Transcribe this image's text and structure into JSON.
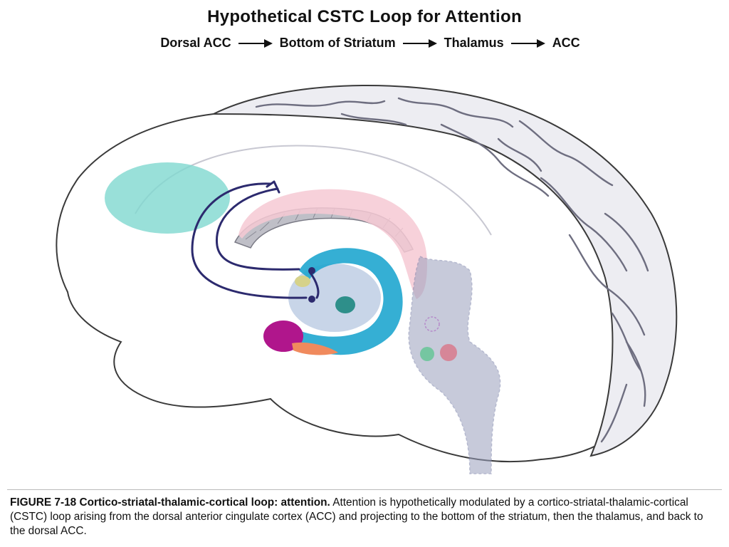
{
  "title": "Hypothetical CSTC Loop for Attention",
  "pathway": [
    "Dorsal ACC",
    "Bottom of Striatum",
    "Thalamus",
    "ACC"
  ],
  "caption": {
    "label": "FIGURE 7-18 Cortico-striatal-thalamic-cortical loop: attention.",
    "text": " Attention is hypothetically modulated by a cortico-striatal-thalamic-cortical (CSTC) loop arising from the dorsal anterior cingulate cortex (ACC) and projecting to the bottom of the striatum, then the thalamus, and back to the dorsal ACC."
  },
  "colors": {
    "prefrontal_region": "#7fd8cf",
    "striatum": "#1fa6cf",
    "cingulate": "#f6c9d3",
    "loop_arrows": "#2c2a6e",
    "amygdala": "#b0168c",
    "hippocampus_tail": "#f08a5d",
    "brainstem": "#9aa0bd"
  },
  "icons": [
    "arrow-right-icon"
  ]
}
